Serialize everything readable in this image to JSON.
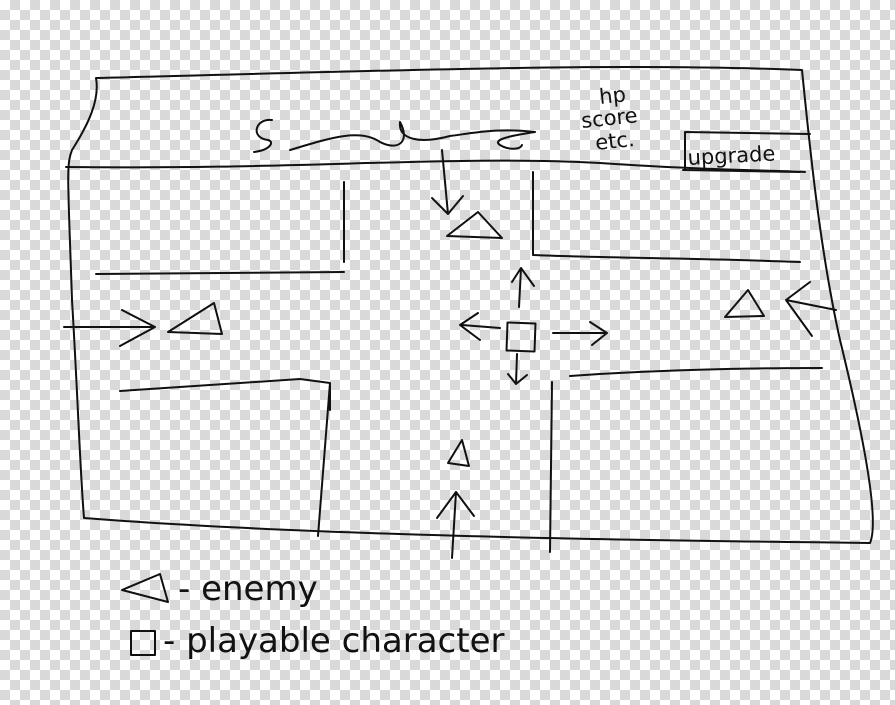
{
  "hud": {
    "stats_line1": "hp",
    "stats_line2": "score",
    "stats_line3": "etc.",
    "upgrade_label": "upgrade"
  },
  "legend": {
    "enemy": "- enemy",
    "player": "- playable character"
  },
  "colors": {
    "ink": "#111111",
    "transparency_checker": "#d9d9d9"
  }
}
